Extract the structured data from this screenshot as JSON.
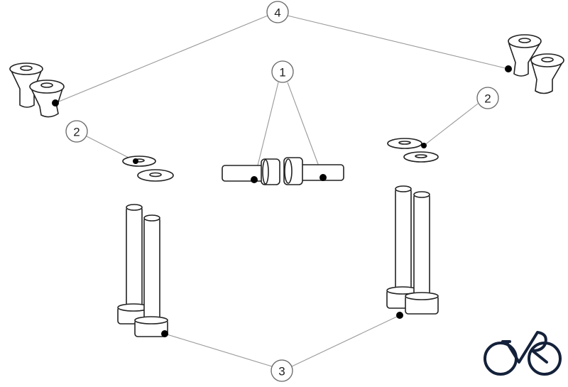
{
  "callouts": {
    "screws": "4",
    "pins": "1",
    "washers_left": "2",
    "washers_right": "2",
    "bolts": "3"
  },
  "logo": {
    "icon": "bicycle-logo-icon",
    "color": "#14213a"
  }
}
